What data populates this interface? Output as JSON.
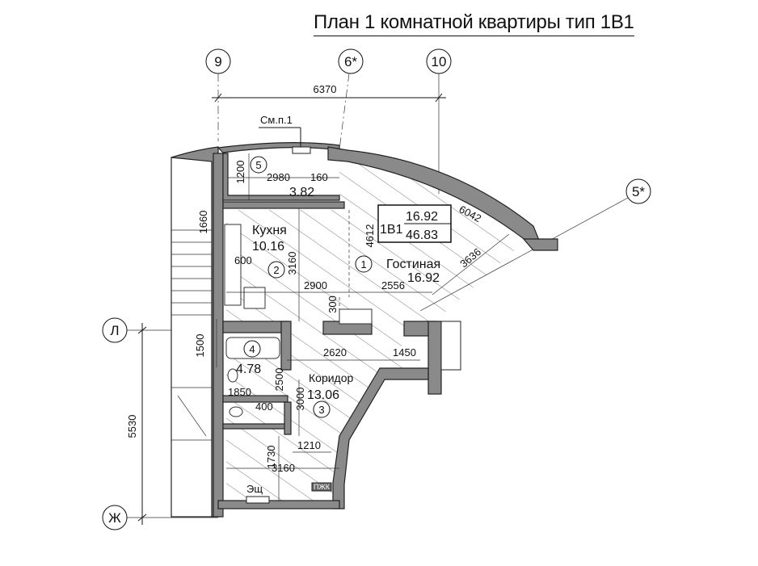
{
  "title": "План 1 комнатной квартиры тип 1В1",
  "axes": {
    "a9": "9",
    "a6": "6*",
    "a10": "10",
    "a5": "5*",
    "aL": "Л",
    "aZh": "Ж"
  },
  "rooms": {
    "kitchen_name": "Кухня",
    "kitchen_area": "10.16",
    "kitchen_num": "2",
    "living_name": "Гостиная",
    "living_area": "16.92",
    "living_num": "1",
    "corridor_name": "Коридор",
    "corridor_area": "13.06",
    "corridor_num": "3",
    "bath_num": "4",
    "bath_area": "4.78",
    "balcony_num": "5",
    "balcony_area": "3.82"
  },
  "apartment_tag": {
    "code": "1В1",
    "living": "16.92",
    "total": "46.83"
  },
  "labels": {
    "see_note": "См.п.1",
    "esh": "Эщ",
    "pzh": "ПЖК"
  },
  "dims": {
    "d6370": "6370",
    "d1200": "1200",
    "d2980": "2980",
    "d160": "160",
    "d6042": "6042",
    "d1660": "1660",
    "d4612": "4612",
    "d3160a": "3160",
    "d600": "600",
    "d3636": "3636",
    "d2900": "2900",
    "d2556": "2556",
    "d300": "300",
    "d1500": "1500",
    "d2620": "2620",
    "d1450": "1450",
    "d5530": "5530",
    "d2500": "2500",
    "d1850": "1850",
    "d400": "400",
    "d3000": "3000",
    "d1730": "1730",
    "d1210": "1210",
    "d3160b": "3160"
  }
}
